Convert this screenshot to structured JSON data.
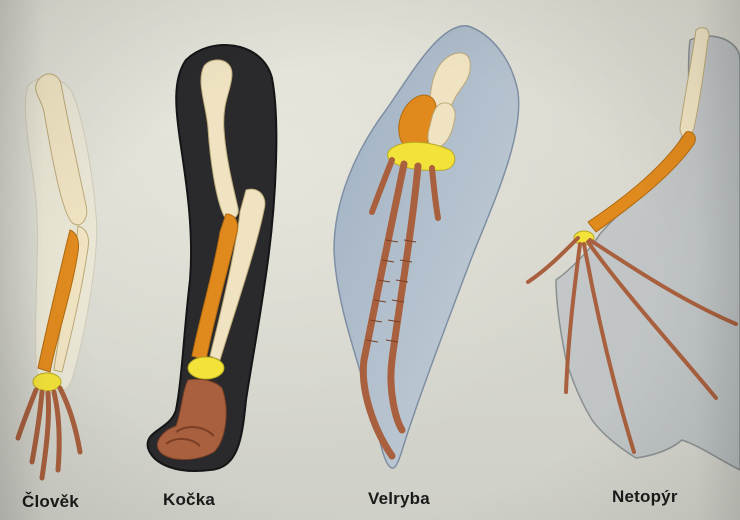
{
  "labels": {
    "human": "Člověk",
    "cat": "Kočka",
    "whale": "Velryba",
    "bat": "Netopýr"
  },
  "legend_colors": {
    "humerus": "#efe3c2",
    "radius": "#e08a1e",
    "ulna": "#efe3c2",
    "carpals": "#f2e23a",
    "metacarpals_phalanges": "#a8603e"
  }
}
